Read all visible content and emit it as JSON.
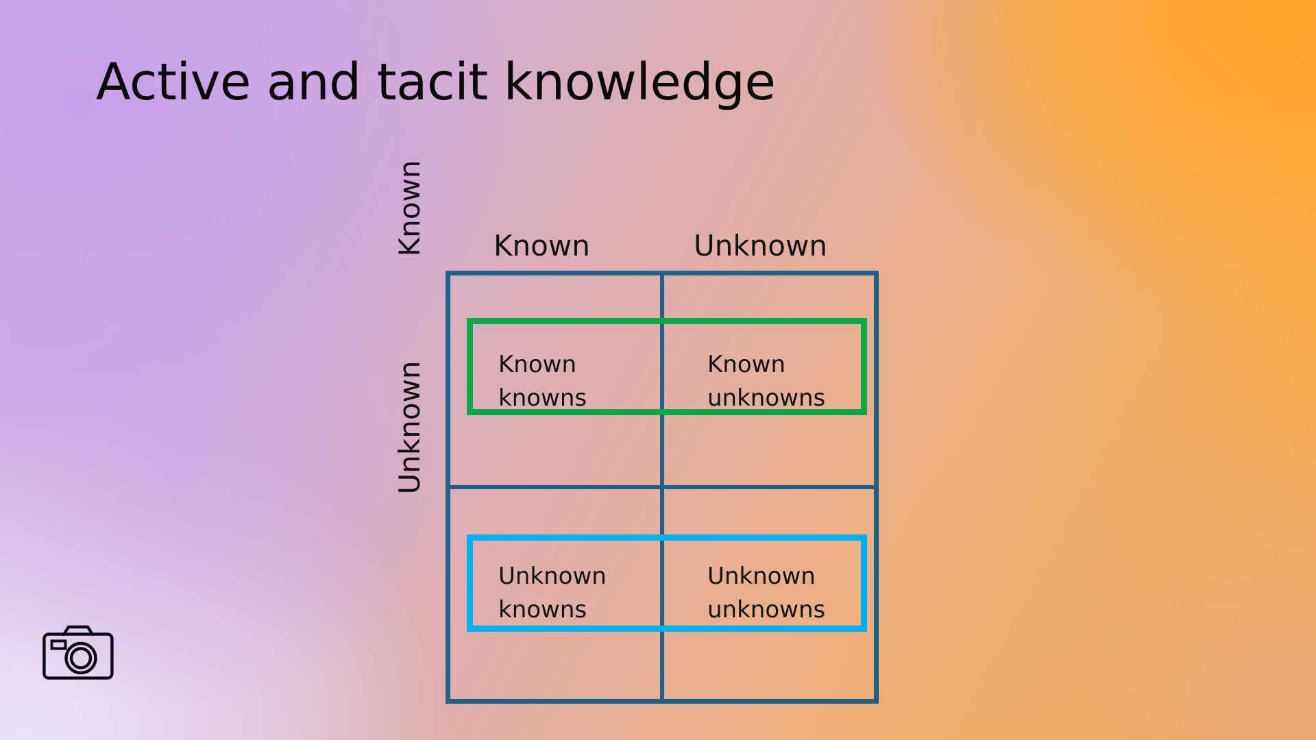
{
  "slide": {
    "title": "Active and tacit knowledge",
    "background": {
      "top_left_color": "#c9ade4",
      "top_right_color": "#ffa62f",
      "bottom_left_color": "#e4dcf4",
      "bottom_right_color": "#eaa97e",
      "center_color": "#d9aeb0"
    }
  },
  "matrix": {
    "border_color": "#1f6087",
    "column_headers": [
      "Known",
      "Unknown"
    ],
    "row_headers": [
      "Known",
      "Unknown"
    ],
    "cells": [
      {
        "id": "known-knowns",
        "row": 0,
        "col": 0,
        "label": "Known\nknowns"
      },
      {
        "id": "known-unknowns",
        "row": 0,
        "col": 1,
        "label": "Known\nunknowns"
      },
      {
        "id": "unknown-knowns",
        "row": 1,
        "col": 0,
        "label": "Unknown\nknowns"
      },
      {
        "id": "unknown-unknowns",
        "row": 1,
        "col": 1,
        "label": "Unknown\nunknowns"
      }
    ],
    "highlights": [
      {
        "id": "known-row-highlight",
        "row": 0,
        "color": "#0ea84a"
      },
      {
        "id": "unknown-row-highlight",
        "row": 1,
        "color": "#00b0f0"
      }
    ]
  },
  "footer": {
    "icon": "camera-icon",
    "icon_color": "#0b0b14"
  }
}
